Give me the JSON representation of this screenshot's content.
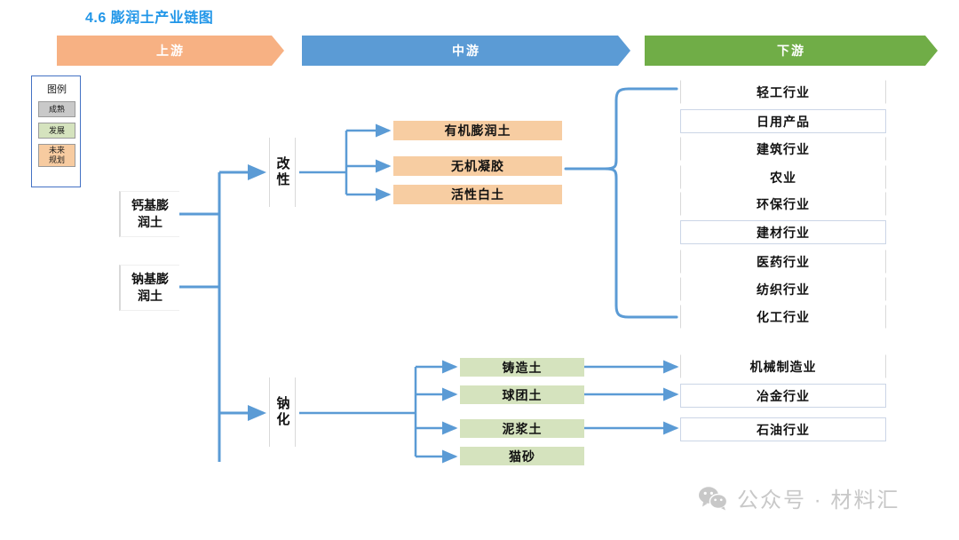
{
  "page": {
    "title": "4.6  膨润土产业链图",
    "title_color": "#2196E8"
  },
  "headers": [
    {
      "label": "上游",
      "color": "#F7B183"
    },
    {
      "label": "中游",
      "color": "#5B9BD5"
    },
    {
      "label": "下游",
      "color": "#70AD47"
    }
  ],
  "legend": {
    "title": "图例",
    "items": [
      {
        "label": "成熟",
        "color": "#C9C9C9"
      },
      {
        "label": "发展",
        "color": "#D5E3BE"
      },
      {
        "label": "未来\n规划",
        "color": "#F7CBA0"
      }
    ]
  },
  "upstream": {
    "nodes": [
      {
        "label": "钙基膨\n润土"
      },
      {
        "label": "钠基膨\n润土"
      }
    ]
  },
  "midstream": {
    "stages": [
      {
        "label": "改性"
      },
      {
        "label": "钠化"
      }
    ],
    "products": [
      {
        "label": "有机膨润土",
        "color": "#F7CDA2",
        "group": "改性"
      },
      {
        "label": "无机凝胶",
        "color": "#F7CDA2",
        "group": "改性"
      },
      {
        "label": "活性白土",
        "color": "#F7CDA2",
        "group": "改性"
      },
      {
        "label": "铸造土",
        "color": "#D5E3BE",
        "group": "钠化"
      },
      {
        "label": "球团土",
        "color": "#D5E3BE",
        "group": "钠化"
      },
      {
        "label": "泥浆土",
        "color": "#D5E3BE",
        "group": "钠化"
      },
      {
        "label": "猫砂",
        "color": "#D5E3BE",
        "group": "钠化"
      }
    ]
  },
  "downstream": {
    "industries": [
      {
        "label": "轻工行业",
        "boxed": false
      },
      {
        "label": "日用产品",
        "boxed": true
      },
      {
        "label": "建筑行业",
        "boxed": false
      },
      {
        "label": "农业",
        "boxed": false
      },
      {
        "label": "环保行业",
        "boxed": false
      },
      {
        "label": "建材行业",
        "boxed": true
      },
      {
        "label": "医药行业",
        "boxed": false
      },
      {
        "label": "纺织行业",
        "boxed": false
      },
      {
        "label": "化工行业",
        "boxed": false
      },
      {
        "label": "机械制造业",
        "boxed": false
      },
      {
        "label": "冶金行业",
        "boxed": true
      },
      {
        "label": "石油行业",
        "boxed": true
      }
    ]
  },
  "watermark": {
    "text": "公众号 · 材料汇",
    "icon": "wechat-icon",
    "color": "#C8C8C8"
  },
  "theme": {
    "connector_color": "#5B9BD5",
    "text_color": "#111111"
  }
}
